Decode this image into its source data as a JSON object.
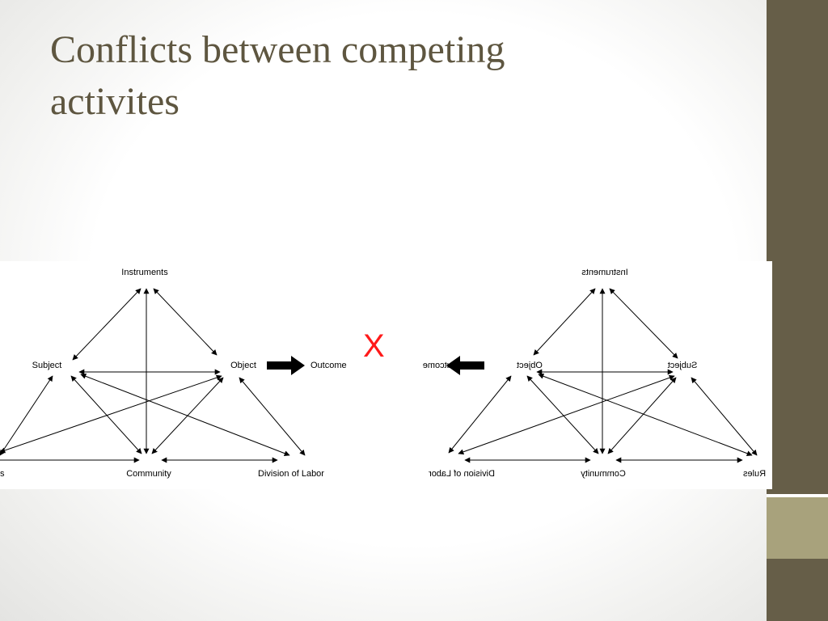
{
  "slide": {
    "title_lines": [
      "Conflicts between competing",
      "activites"
    ],
    "conflict_marker": "X"
  },
  "colors": {
    "title": "#5e5640",
    "sidebar": "#665e48",
    "sidebar_accent": "#a8a27c",
    "conflict_marker": "#ff1a1a"
  },
  "left_system": {
    "labels": {
      "instruments": "Instruments",
      "subject": "Subject",
      "object": "Object",
      "outcome": "Outcome",
      "rules": "s",
      "community": "Community",
      "division": "Division of Labor"
    }
  },
  "right_system": {
    "labels": {
      "instruments": "Instruments",
      "subject": "Subject",
      "object": "Object",
      "outcome": "Outcome",
      "rules": "Rules",
      "community": "Community",
      "division": "Division of Labor"
    }
  }
}
